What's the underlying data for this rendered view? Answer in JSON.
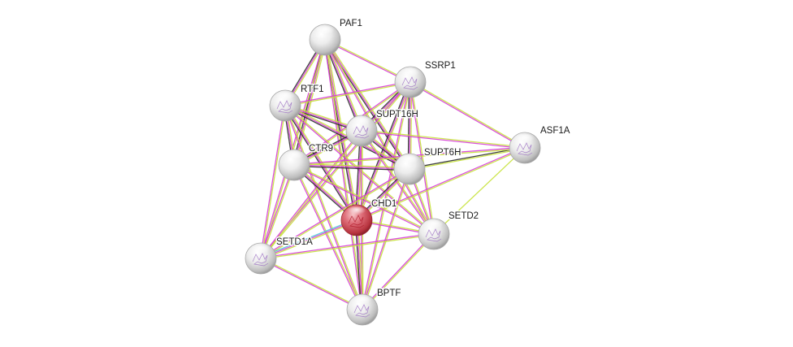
{
  "network": {
    "edge_colors": {
      "text_mining": "#c7e23a",
      "experimental": "#d63dd6",
      "coexpression": "#2a2a2a",
      "database": "#4fc8d8",
      "homology": "#5a70e0",
      "gene_fusion": "#30b040"
    },
    "nodes": [
      {
        "id": "PAF1",
        "label": "PAF1",
        "color": "#ededed",
        "structure": false
      },
      {
        "id": "SSRP1",
        "label": "SSRP1",
        "color": "#ededed",
        "structure": true
      },
      {
        "id": "RTF1",
        "label": "RTF1",
        "color": "#ededed",
        "structure": true
      },
      {
        "id": "SUPT16H",
        "label": "SUPT16H",
        "color": "#ededed",
        "structure": true
      },
      {
        "id": "ASF1A",
        "label": "ASF1A",
        "color": "#ededed",
        "structure": true
      },
      {
        "id": "CTR9",
        "label": "CTR9",
        "color": "#ededed",
        "structure": false
      },
      {
        "id": "SUPT6H",
        "label": "SUPT6H",
        "color": "#ededed",
        "structure": false
      },
      {
        "id": "CHD1",
        "label": "CHD1",
        "color": "#e0707a",
        "structure": true
      },
      {
        "id": "SETD2",
        "label": "SETD2",
        "color": "#ededed",
        "structure": true
      },
      {
        "id": "SETD1A",
        "label": "SETD1A",
        "color": "#ededed",
        "structure": true
      },
      {
        "id": "BPTF",
        "label": "BPTF",
        "color": "#ededed",
        "structure": true
      }
    ],
    "edges": [
      {
        "source": "PAF1",
        "target": "SSRP1",
        "types": [
          "text_mining",
          "experimental"
        ]
      },
      {
        "source": "PAF1",
        "target": "RTF1",
        "types": [
          "text_mining",
          "experimental",
          "coexpression"
        ]
      },
      {
        "source": "PAF1",
        "target": "SUPT16H",
        "types": [
          "text_mining",
          "experimental",
          "coexpression"
        ]
      },
      {
        "source": "PAF1",
        "target": "CTR9",
        "types": [
          "text_mining",
          "experimental",
          "coexpression"
        ]
      },
      {
        "source": "PAF1",
        "target": "SUPT6H",
        "types": [
          "text_mining",
          "experimental",
          "coexpression"
        ]
      },
      {
        "source": "PAF1",
        "target": "CHD1",
        "types": [
          "text_mining",
          "experimental",
          "coexpression"
        ]
      },
      {
        "source": "PAF1",
        "target": "SETD2",
        "types": [
          "text_mining",
          "experimental"
        ]
      },
      {
        "source": "PAF1",
        "target": "SETD1A",
        "types": [
          "text_mining",
          "experimental"
        ]
      },
      {
        "source": "PAF1",
        "target": "BPTF",
        "types": [
          "text_mining",
          "experimental"
        ]
      },
      {
        "source": "SSRP1",
        "target": "RTF1",
        "types": [
          "text_mining",
          "experimental"
        ]
      },
      {
        "source": "SSRP1",
        "target": "SUPT16H",
        "types": [
          "text_mining",
          "experimental",
          "coexpression"
        ]
      },
      {
        "source": "SSRP1",
        "target": "ASF1A",
        "types": [
          "text_mining",
          "experimental"
        ]
      },
      {
        "source": "SSRP1",
        "target": "CTR9",
        "types": [
          "text_mining",
          "experimental"
        ]
      },
      {
        "source": "SSRP1",
        "target": "SUPT6H",
        "types": [
          "text_mining",
          "experimental",
          "coexpression"
        ]
      },
      {
        "source": "SSRP1",
        "target": "CHD1",
        "types": [
          "text_mining",
          "experimental",
          "coexpression"
        ]
      },
      {
        "source": "SSRP1",
        "target": "SETD2",
        "types": [
          "text_mining",
          "experimental"
        ]
      },
      {
        "source": "SSRP1",
        "target": "SETD1A",
        "types": [
          "text_mining",
          "experimental"
        ]
      },
      {
        "source": "SSRP1",
        "target": "BPTF",
        "types": [
          "text_mining",
          "experimental"
        ]
      },
      {
        "source": "RTF1",
        "target": "SUPT16H",
        "types": [
          "text_mining",
          "experimental",
          "coexpression"
        ]
      },
      {
        "source": "RTF1",
        "target": "CTR9",
        "types": [
          "text_mining",
          "experimental",
          "coexpression"
        ]
      },
      {
        "source": "RTF1",
        "target": "SUPT6H",
        "types": [
          "text_mining",
          "experimental",
          "coexpression"
        ]
      },
      {
        "source": "RTF1",
        "target": "CHD1",
        "types": [
          "text_mining",
          "experimental",
          "coexpression"
        ]
      },
      {
        "source": "RTF1",
        "target": "SETD2",
        "types": [
          "text_mining",
          "experimental"
        ]
      },
      {
        "source": "RTF1",
        "target": "SETD1A",
        "types": [
          "text_mining",
          "experimental"
        ]
      },
      {
        "source": "RTF1",
        "target": "BPTF",
        "types": [
          "text_mining",
          "experimental"
        ]
      },
      {
        "source": "SUPT16H",
        "target": "ASF1A",
        "types": [
          "text_mining",
          "experimental"
        ]
      },
      {
        "source": "SUPT16H",
        "target": "CTR9",
        "types": [
          "text_mining",
          "experimental",
          "coexpression"
        ]
      },
      {
        "source": "SUPT16H",
        "target": "SUPT6H",
        "types": [
          "text_mining",
          "experimental",
          "coexpression"
        ]
      },
      {
        "source": "SUPT16H",
        "target": "CHD1",
        "types": [
          "text_mining",
          "experimental",
          "coexpression"
        ]
      },
      {
        "source": "SUPT16H",
        "target": "SETD2",
        "types": [
          "text_mining",
          "experimental"
        ]
      },
      {
        "source": "SUPT16H",
        "target": "SETD1A",
        "types": [
          "text_mining",
          "experimental"
        ]
      },
      {
        "source": "SUPT16H",
        "target": "BPTF",
        "types": [
          "text_mining",
          "experimental"
        ]
      },
      {
        "source": "ASF1A",
        "target": "SUPT6H",
        "types": [
          "text_mining",
          "coexpression"
        ]
      },
      {
        "source": "ASF1A",
        "target": "CHD1",
        "types": [
          "text_mining",
          "experimental"
        ]
      },
      {
        "source": "ASF1A",
        "target": "SETD2",
        "types": [
          "text_mining"
        ]
      },
      {
        "source": "ASF1A",
        "target": "CTR9",
        "types": [
          "text_mining",
          "experimental"
        ]
      },
      {
        "source": "CTR9",
        "target": "SUPT6H",
        "types": [
          "text_mining",
          "experimental",
          "coexpression"
        ]
      },
      {
        "source": "CTR9",
        "target": "CHD1",
        "types": [
          "text_mining",
          "experimental",
          "coexpression"
        ]
      },
      {
        "source": "CTR9",
        "target": "SETD2",
        "types": [
          "text_mining",
          "experimental"
        ]
      },
      {
        "source": "CTR9",
        "target": "SETD1A",
        "types": [
          "text_mining",
          "experimental"
        ]
      },
      {
        "source": "CTR9",
        "target": "BPTF",
        "types": [
          "text_mining",
          "experimental"
        ]
      },
      {
        "source": "SUPT6H",
        "target": "CHD1",
        "types": [
          "text_mining",
          "experimental",
          "coexpression"
        ]
      },
      {
        "source": "SUPT6H",
        "target": "SETD2",
        "types": [
          "text_mining",
          "experimental"
        ]
      },
      {
        "source": "SUPT6H",
        "target": "SETD1A",
        "types": [
          "text_mining",
          "experimental"
        ]
      },
      {
        "source": "SUPT6H",
        "target": "BPTF",
        "types": [
          "text_mining",
          "experimental"
        ]
      },
      {
        "source": "CHD1",
        "target": "SETD2",
        "types": [
          "text_mining",
          "experimental"
        ]
      },
      {
        "source": "CHD1",
        "target": "SETD1A",
        "types": [
          "text_mining",
          "experimental",
          "database"
        ]
      },
      {
        "source": "CHD1",
        "target": "BPTF",
        "types": [
          "text_mining",
          "experimental",
          "coexpression"
        ]
      },
      {
        "source": "SETD2",
        "target": "SETD1A",
        "types": [
          "text_mining",
          "experimental"
        ]
      },
      {
        "source": "SETD2",
        "target": "BPTF",
        "types": [
          "text_mining",
          "experimental"
        ]
      },
      {
        "source": "SETD1A",
        "target": "BPTF",
        "types": [
          "text_mining",
          "experimental"
        ]
      }
    ]
  }
}
